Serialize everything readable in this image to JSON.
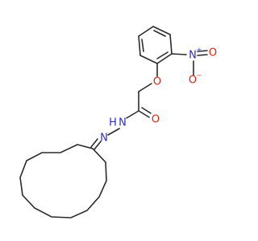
{
  "molecule": {
    "atom_labels": {
      "ether_o": "O",
      "carbonyl_o": "O",
      "amide_n": "N",
      "amide_h": "H",
      "imine_n": "N",
      "nitro_n": "N",
      "nitro_n_charge": "+",
      "nitro_o_single": "O",
      "nitro_o_single_charge": "−",
      "nitro_o_double": "O"
    },
    "colors": {
      "bond": "#2b2b2b",
      "oxygen": "#d9230f",
      "nitrogen": "#2d2dcf",
      "carbon": "#2b2b2b"
    }
  }
}
